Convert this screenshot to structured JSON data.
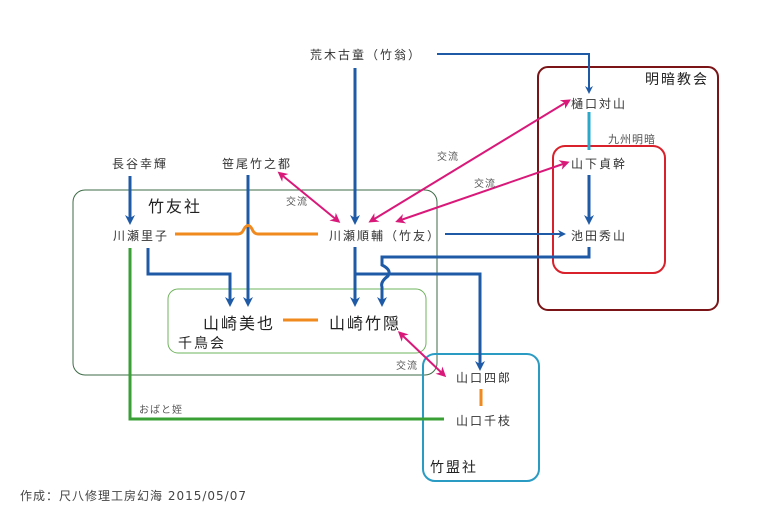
{
  "groups": {
    "chikuyusha": "竹友社",
    "chidorikai": "千鳥会",
    "meianKyokai": "明暗教会",
    "kyushuMeian": "九州明暗",
    "chikumeisha": "竹盟社"
  },
  "people": {
    "araki": "荒木古童（竹翁）",
    "hase": "長谷幸輝",
    "sasao": "笹尾竹之都",
    "kawaseSatoko": "川瀬里子",
    "kawaseJunsuke": "川瀬順輔（竹友）",
    "yamazakiMiya": "山崎美也",
    "yamazakiChikuin": "山崎竹隠",
    "higuchi": "樋口対山",
    "yamashita": "山下貞幹",
    "ikeda": "池田秀山",
    "yamaguchiShiro": "山口四郎",
    "yamaguchiChie": "山口千枝"
  },
  "notes": {
    "exchange": "交流",
    "aunt": "おばと姪"
  },
  "footer": "作成：尺八修理工房幻海  2015/05/07",
  "colors": {
    "lineage": "#1f5aa6",
    "marriage": "#f0891e",
    "exchange": "#d9197a",
    "family": "#3aa035",
    "chikuyusha": "#3d6b47",
    "chidorikai": "#6fb35c",
    "meianKyokai": "#7a1416",
    "kyushuMeian": "#d8212b",
    "chikumeisha": "#2a9cc4",
    "meianLink": "#2aa8c9"
  }
}
